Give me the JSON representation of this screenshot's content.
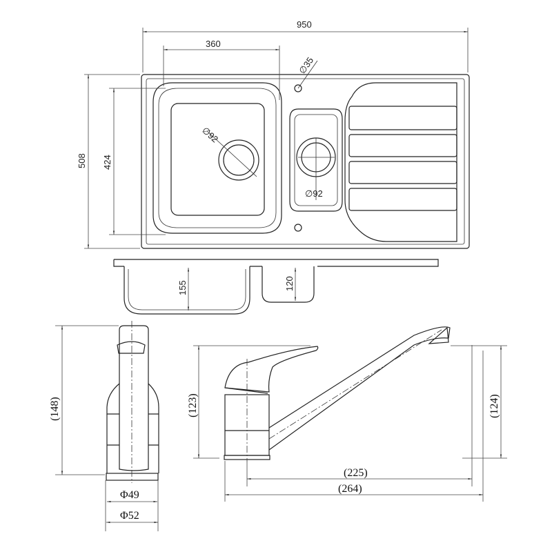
{
  "sink_top_view": {
    "overall_width": "950",
    "bowl_width": "360",
    "tap_hole_diameter": "∅35",
    "overall_depth": "508",
    "bowl_depth": "424",
    "main_drain_diameter": "∅92",
    "small_drain_diameter": "∅92"
  },
  "sink_side_view": {
    "main_bowl_depth": "155",
    "small_bowl_depth": "120"
  },
  "tap_front_view": {
    "height": "(148)",
    "base_inner_diameter": "Φ49",
    "base_outer_diameter": "Φ52"
  },
  "tap_side_view": {
    "handle_height": "(123)",
    "spout_height": "(124)",
    "spout_reach": "(225)",
    "overall_length": "(264)"
  }
}
